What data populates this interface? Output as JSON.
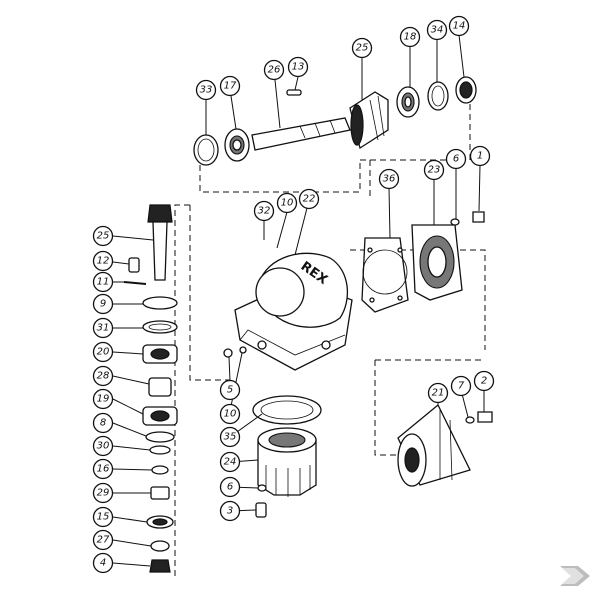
{
  "diagram": {
    "callouts": [
      {
        "id": "c33",
        "label": "33"
      },
      {
        "id": "c17",
        "label": "17"
      },
      {
        "id": "c26",
        "label": "26"
      },
      {
        "id": "c13",
        "label": "13"
      },
      {
        "id": "c25top",
        "label": "25"
      },
      {
        "id": "c18",
        "label": "18"
      },
      {
        "id": "c34",
        "label": "34"
      },
      {
        "id": "c14",
        "label": "14"
      },
      {
        "id": "c36",
        "label": "36"
      },
      {
        "id": "c23",
        "label": "23"
      },
      {
        "id": "c6top",
        "label": "6"
      },
      {
        "id": "c1",
        "label": "1"
      },
      {
        "id": "c32",
        "label": "32"
      },
      {
        "id": "c10top",
        "label": "10"
      },
      {
        "id": "c22",
        "label": "22"
      },
      {
        "id": "c25left",
        "label": "25"
      },
      {
        "id": "c12",
        "label": "12"
      },
      {
        "id": "c11",
        "label": "11"
      },
      {
        "id": "c9",
        "label": "9"
      },
      {
        "id": "c31",
        "label": "31"
      },
      {
        "id": "c20",
        "label": "20"
      },
      {
        "id": "c28",
        "label": "28"
      },
      {
        "id": "c19",
        "label": "19"
      },
      {
        "id": "c8",
        "label": "8"
      },
      {
        "id": "c30",
        "label": "30"
      },
      {
        "id": "c16",
        "label": "16"
      },
      {
        "id": "c29",
        "label": "29"
      },
      {
        "id": "c15",
        "label": "15"
      },
      {
        "id": "c27",
        "label": "27"
      },
      {
        "id": "c4",
        "label": "4"
      },
      {
        "id": "c5",
        "label": "5"
      },
      {
        "id": "c10mid",
        "label": "10"
      },
      {
        "id": "c35",
        "label": "35"
      },
      {
        "id": "c24",
        "label": "24"
      },
      {
        "id": "c6bot",
        "label": "6"
      },
      {
        "id": "c3",
        "label": "3"
      },
      {
        "id": "c21",
        "label": "21"
      },
      {
        "id": "c7",
        "label": "7"
      },
      {
        "id": "c2",
        "label": "2"
      }
    ],
    "housing_logo": "REX"
  }
}
